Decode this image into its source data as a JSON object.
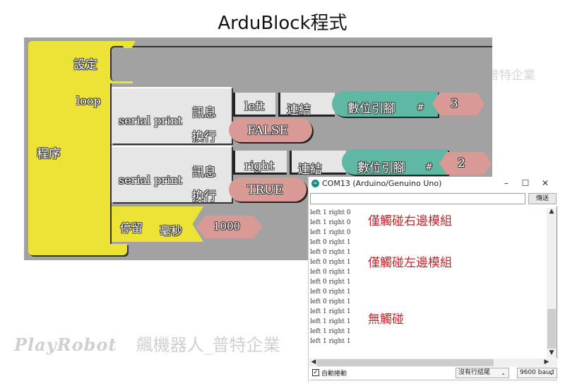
{
  "page": {
    "title": "ArduBlock程式",
    "watermark_top": "普特企業",
    "watermark_brand": "PlayRobot",
    "watermark_cn": "飆機器人_普特企業"
  },
  "blocks": {
    "program_label": "程序",
    "setup_label": "設定",
    "loop_label": "loop",
    "serial_prints": [
      {
        "label": "serial print",
        "message_label": "訊息",
        "newline_label": "換行",
        "string_value": "left",
        "concat_label": "連結",
        "digital_pin_label": "數位引腳",
        "hash": "#",
        "pin_number": "3",
        "newline_value": "FALSE"
      },
      {
        "label": "serial print",
        "message_label": "訊息",
        "newline_label": "換行",
        "string_value": "right",
        "concat_label": "連結",
        "digital_pin_label": "數位引腳",
        "hash": "#",
        "pin_number": "2",
        "newline_value": "TRUE"
      }
    ],
    "delay": {
      "label": "停留",
      "unit": "毫秒",
      "value": "1000"
    }
  },
  "serial_monitor": {
    "window_title": "COM13 (Arduino/Genuino Uno)",
    "minimize": "–",
    "maximize": "☐",
    "close": "✕",
    "input_value": "",
    "send_label": "傳送",
    "output_lines": [
      "left 1 right 0",
      "left 1 right 0",
      "left 1 right 0",
      "left 0 right 1",
      "left 0 right 1",
      "left 0 right 1",
      "left 0 right 1",
      "left 0 right 1",
      "left 0 right 1",
      "left 0 right 1",
      "left 1 right 1",
      "left 1 right 1",
      "left 1 right 1",
      "left 1 right 1"
    ],
    "annotations": {
      "right_only": "僅觸碰右邊模組",
      "left_only": "僅觸碰左邊模組",
      "none": "無觸碰"
    },
    "autoscroll_checked": true,
    "autoscroll_label": "自動捲動",
    "line_ending": "沒有行結尾",
    "baud_rate": "9600 baud",
    "annotation_color": "#c0272d"
  }
}
